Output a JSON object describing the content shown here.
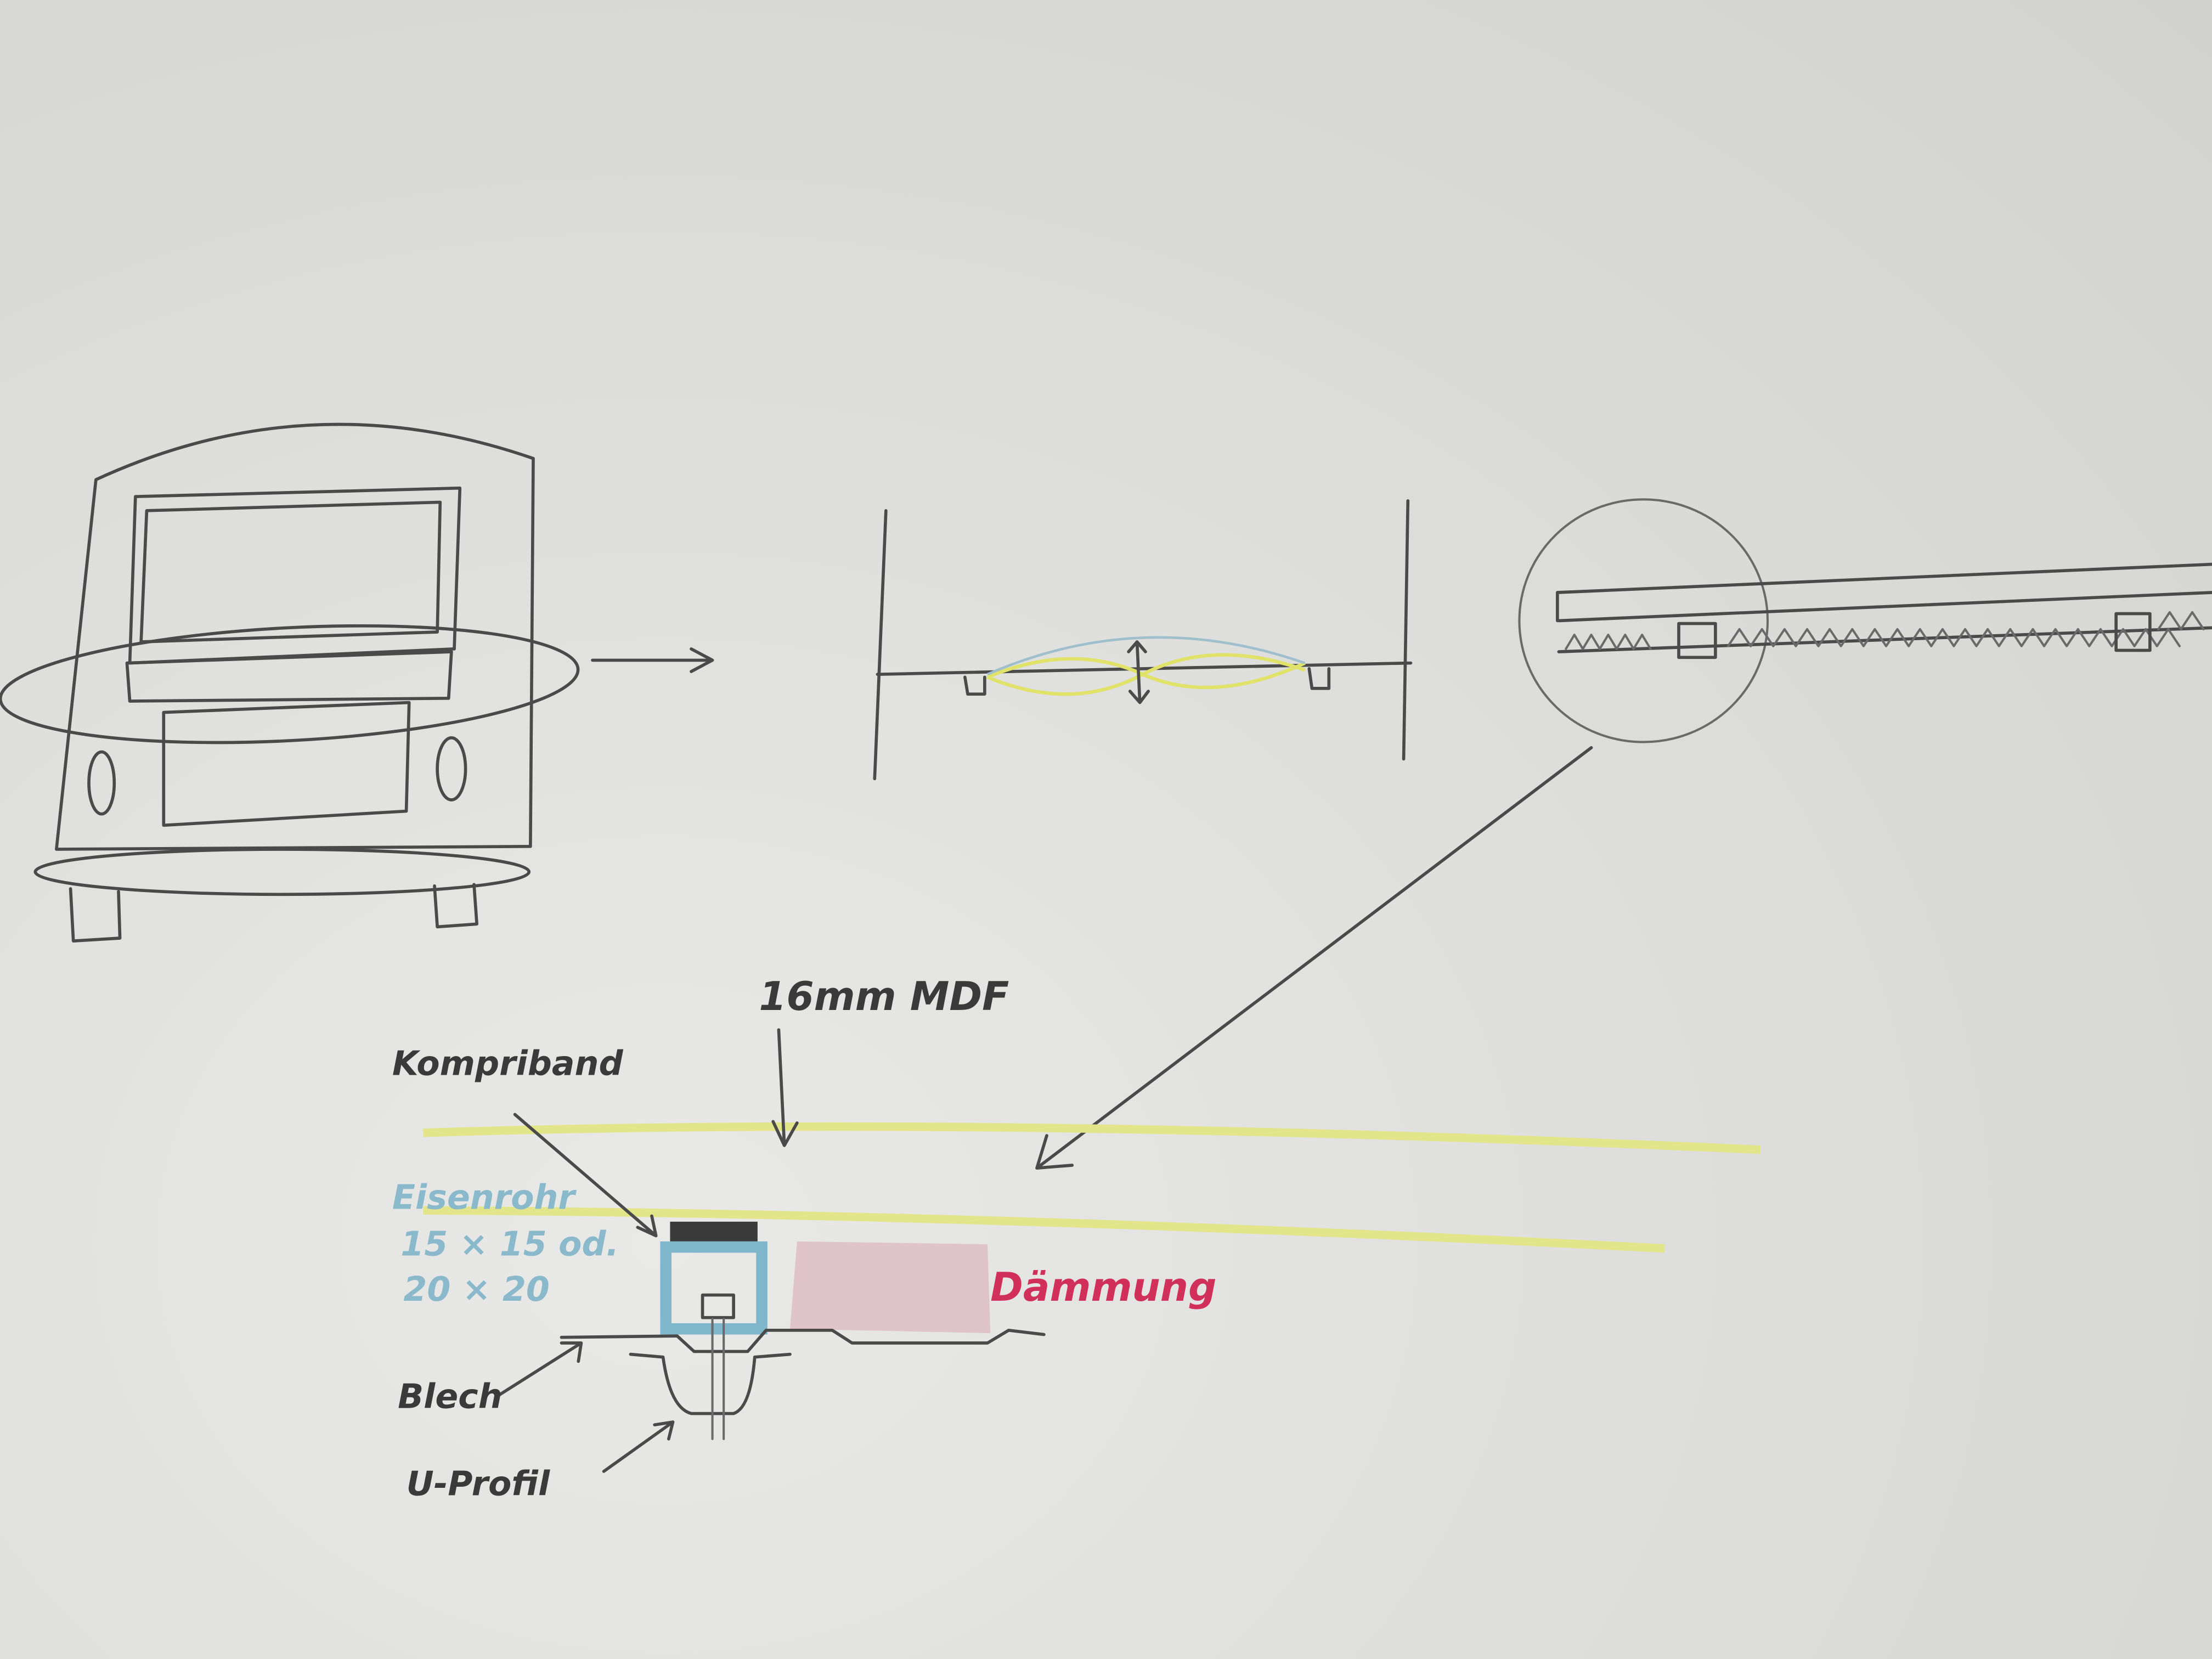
{
  "labels": {
    "mdf": "16mm MDF",
    "kompriband": "Kompriband",
    "eisenrohr_line1": "Eisenrohr",
    "eisenrohr_line2": "15 × 15 od.",
    "eisenrohr_line3": "20 × 20",
    "daemmung": "Dämmung",
    "blech": "Blech",
    "u_profil": "U-Profil"
  },
  "colors": {
    "pencil": "#4a4a4a",
    "mdf_yellow": "#e3e58a",
    "eisenrohr_blue": "#7fb6cc",
    "daemmung_red": "#d0305a",
    "daemmung_fill": "#d9a7b4"
  }
}
